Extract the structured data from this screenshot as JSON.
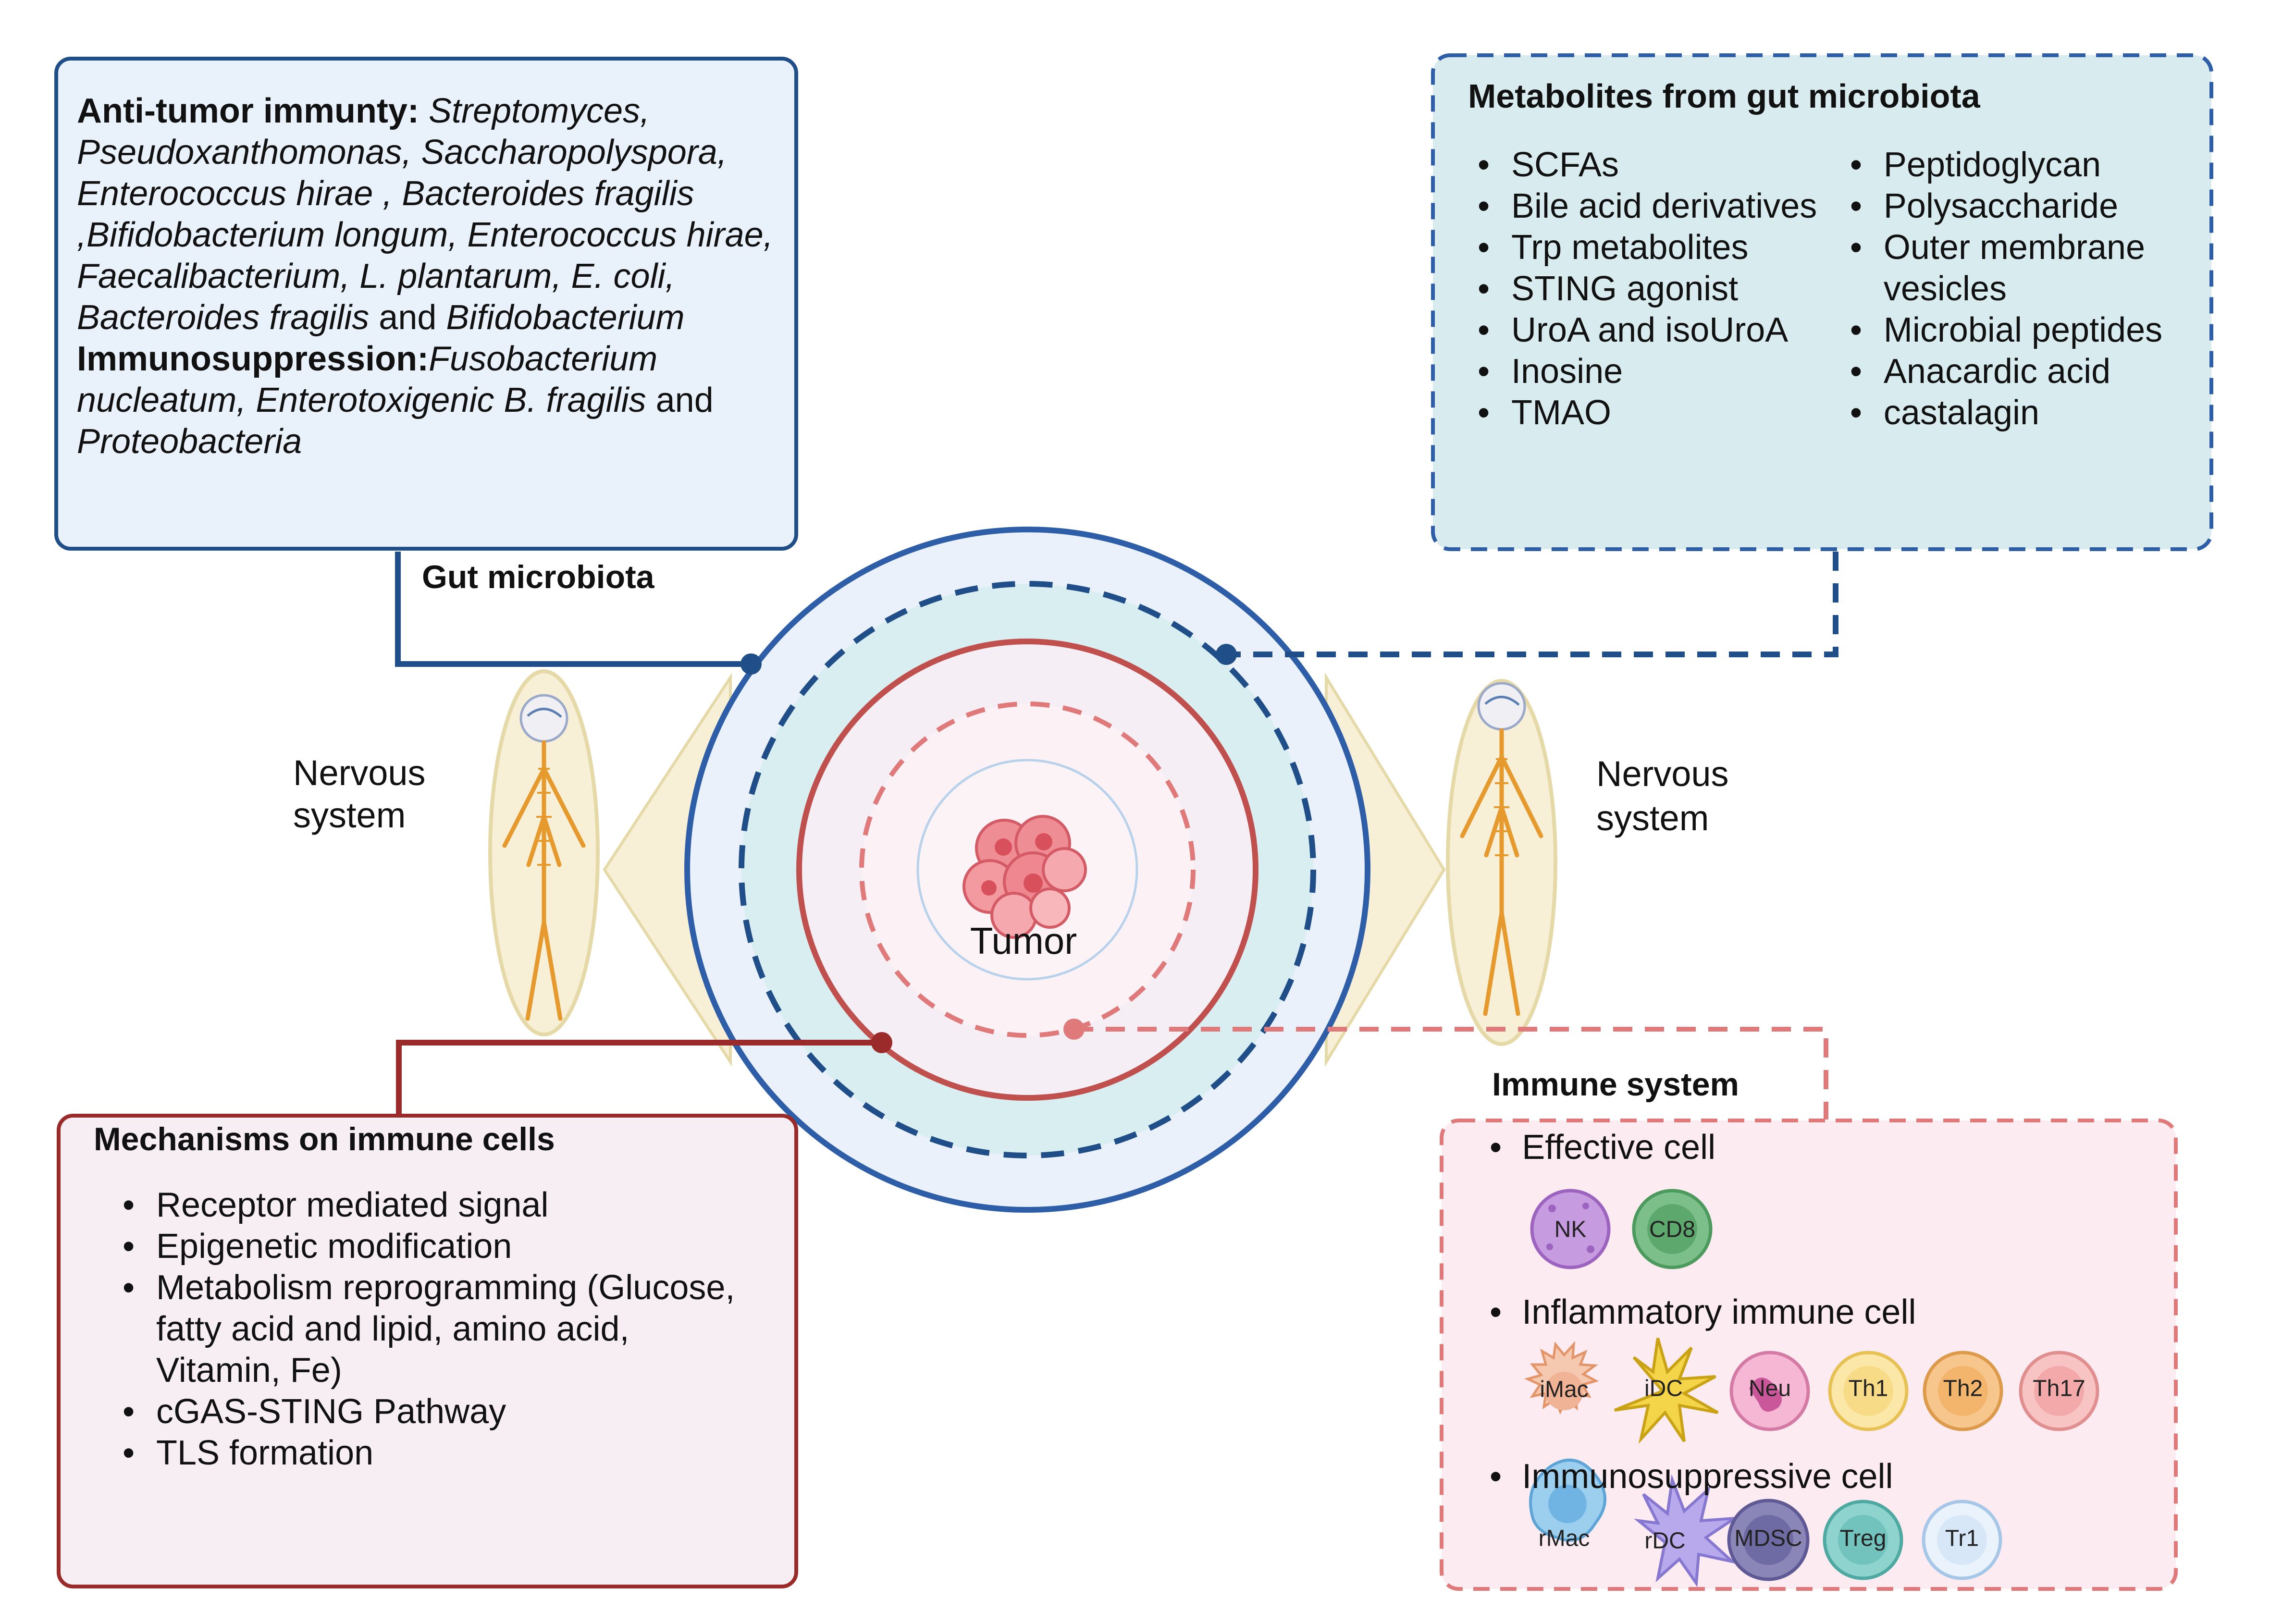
{
  "center": {
    "tumor_label": "Tumor",
    "gut_label": "Gut microbiota",
    "nervous_left": [
      "Nervous",
      "system"
    ],
    "nervous_right": [
      "Nervous",
      "system"
    ],
    "immune_label": "Immune system"
  },
  "bacteria_box": {
    "antitumor_title": "Anti-tumor immunty:",
    "antitumor_taxa": "Streptomyces, Pseudoxanthomonas, Saccharopolyspora, Enterococcus hirae , Bacteroides fragilis ,Bifidobacterium longum, Enterococcus hirae, Faecalibacterium, L. plantarum,  E. coli, Bacteroides fragilis",
    "antitumor_and": " and ",
    "antitumor_last": "Bifidobacterium",
    "immunosupp_title": "Immunosuppression:",
    "immunosupp_taxa": "Fusobacterium nucleatum,  Enterotoxigenic B. fragilis",
    "immunosupp_and": "and ",
    "immunosupp_last": "Proteobacteria"
  },
  "metabolites_box": {
    "title": "Metabolites from gut microbiota",
    "left_items": [
      "SCFAs",
      "Bile acid derivatives",
      "Trp metabolites",
      "STING agonist",
      "UroA and isoUroA",
      "Inosine",
      "TMAO"
    ],
    "right_items": [
      "Peptidoglycan",
      "Polysaccharide",
      "Outer membrane vesicles",
      "Microbial peptides",
      "Anacardic acid",
      "castalagin"
    ]
  },
  "mechanisms_box": {
    "title": "Mechanisms on immune cells",
    "items": [
      "Receptor mediated signal",
      "Epigenetic modification",
      "Metabolism reprogramming (Glucose, fatty acid and lipid, amino acid, Vitamin, Fe)",
      "cGAS-STING Pathway",
      "TLS formation"
    ]
  },
  "immune_box": {
    "effective_title": "Effective cell",
    "effective_cells": [
      "NK",
      "CD8"
    ],
    "inflammatory_title": "Inflammatory immune cell",
    "inflammatory_cells": [
      "iMac",
      "iDC",
      "Neu",
      "Th1",
      "Th2",
      "Th17"
    ],
    "suppressive_title": "Immunosuppressive cell",
    "suppressive_cells": [
      "rMac",
      "rDC",
      "MDSC",
      "Treg",
      "Tr1"
    ]
  },
  "colors": {
    "blue_dark": "#2f5ea8",
    "blue_line": "#1f4e88",
    "red_dark": "#9b2a2a",
    "red_ring": "#c0504d",
    "pink_dash": "#e07a7a",
    "outer_fill": "#eaf1fb",
    "teal_fill": "#d9eef0",
    "inner_fill": "#f5eef5",
    "meta_fill": "#d8ecef",
    "mech_fill": "#f6eef3",
    "immune_fill": "#fcebf1",
    "bacteria_fill": "#e9f1fb",
    "nervous_fill": "#f7f0d6",
    "nervous_stroke": "#e6d9a8"
  },
  "icons": [
    "human-nervous-system-icon",
    "tumor-cell-cluster-icon",
    "immune-cell-icon"
  ]
}
